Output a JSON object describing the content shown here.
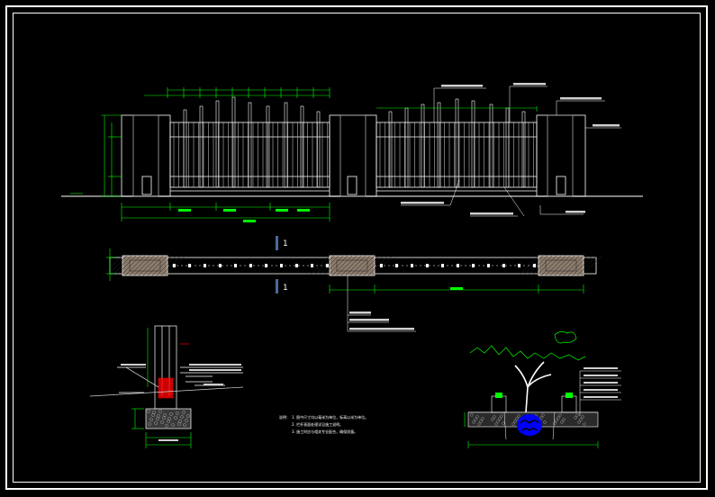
{
  "drawing": {
    "colors": {
      "background": "#000000",
      "frame": "#ffffff",
      "structure": "#ffffff",
      "dimension": "#00ff00",
      "leader": "#00ffff",
      "fill": "#c8c8c8",
      "accent": "#ff0000",
      "water": "#0000ff"
    },
    "section_marks": [
      "1",
      "1"
    ],
    "notes_heading": "说明：",
    "notes": [
      "1. 图中尺寸均以毫米为单位，标高以米为单位。",
      "2. 栏杆表面处理详见施工说明。",
      "3. 施工时应与相关专业配合，确保质量。"
    ]
  }
}
